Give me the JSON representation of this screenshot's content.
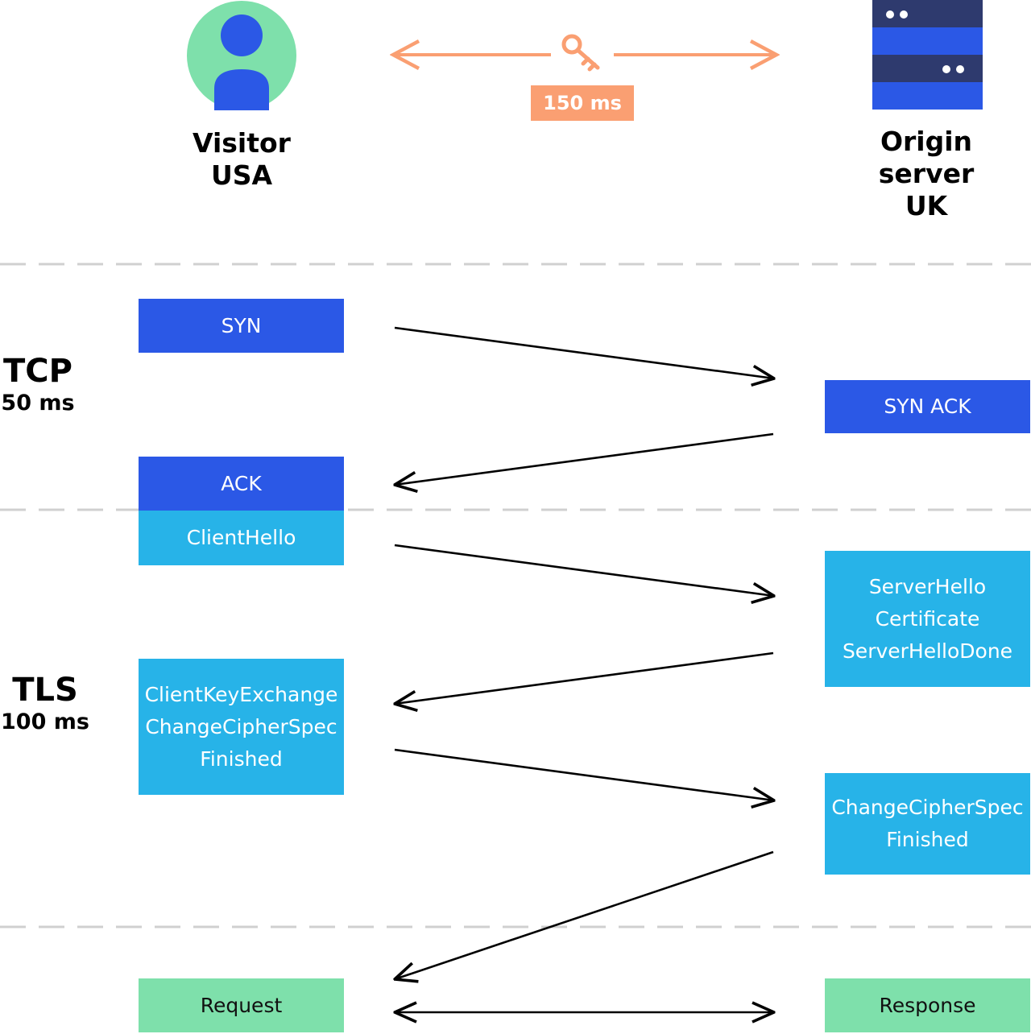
{
  "parties": {
    "visitor": {
      "name": "Visitor",
      "location": "USA",
      "icon": "person-icon"
    },
    "origin": {
      "name": "Origin server",
      "location": "UK",
      "icon": "server-icon"
    }
  },
  "latency": {
    "label": "150 ms",
    "icon": "key-icon"
  },
  "phases": {
    "tcp": {
      "name": "TCP",
      "duration": "50 ms"
    },
    "tls": {
      "name": "TLS",
      "duration": "100 ms"
    }
  },
  "messages": {
    "syn": "SYN",
    "syn_ack": "SYN ACK",
    "ack": "ACK",
    "client_hello": "ClientHello",
    "server_hello": [
      "ServerHello",
      "Certificate",
      "ServerHelloDone"
    ],
    "client_key": [
      "ClientKeyExchange",
      "ChangeCipherSpec",
      "Finished"
    ],
    "server_finish": [
      "ChangeCipherSpec",
      "Finished"
    ],
    "request": "Request",
    "response": "Response"
  },
  "colors": {
    "dark_blue": "#2b58e6",
    "light_blue": "#27b3e8",
    "green": "#7ee0ab",
    "orange": "#fa9f72",
    "avatar_bg": "#7ee0ab",
    "server_dark": "#2e3a6e"
  }
}
